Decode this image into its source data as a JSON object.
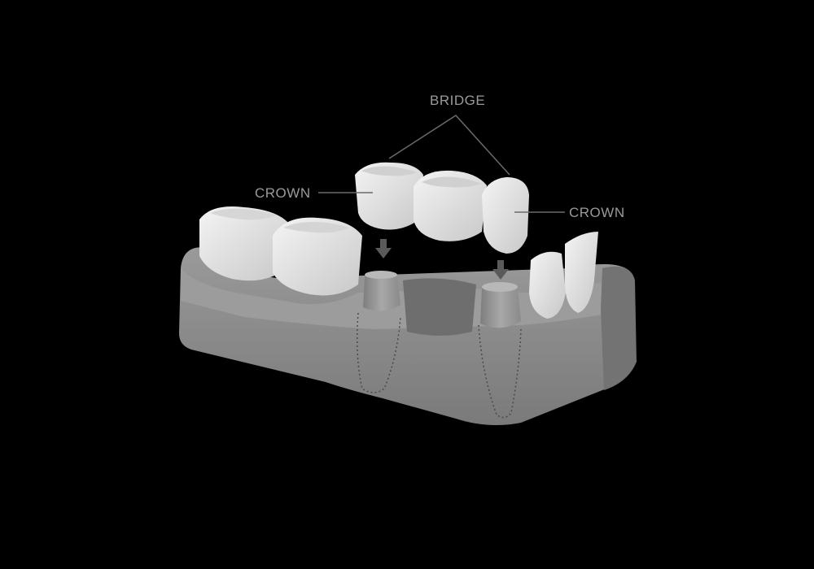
{
  "labels": {
    "bridge": "BRIDGE",
    "crown_left": "CROWN",
    "crown_right": "CROWN"
  },
  "colors": {
    "background": "#000000",
    "label_text": "#9a9a9a",
    "leader_line": "#6a6a6a",
    "gum": "#8a8a8a",
    "gum_dark": "#6e6e6e",
    "tooth": "#e6e6e6",
    "tooth_shade": "#bdbdbd",
    "abutment": "#9e9e9e",
    "arrow": "#5a5a5a"
  }
}
